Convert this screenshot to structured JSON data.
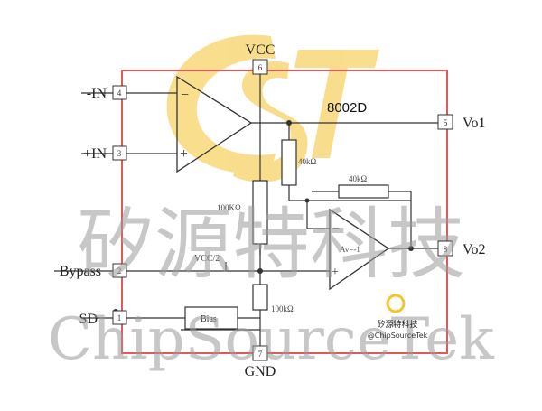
{
  "chip": {
    "part": "8002D"
  },
  "pins": {
    "vcc": {
      "label": "VCC",
      "number": "6"
    },
    "gnd": {
      "label": "GND",
      "number": "7"
    },
    "in_minus": {
      "label": "-IN",
      "number": "4"
    },
    "in_plus": {
      "label": "+IN",
      "number": "3"
    },
    "bypass": {
      "label": "Bypass",
      "number": "2"
    },
    "sd": {
      "label": "SD",
      "number": "1"
    },
    "vo1": {
      "label": "Vo1",
      "number": "5"
    },
    "vo2": {
      "label": "Vo2",
      "number": "8"
    }
  },
  "components": {
    "r_feedback_1": "40kΩ",
    "r_feedback_2": "40kΩ",
    "r_bias_top": "100KΩ",
    "r_bias_bottom": "100kΩ",
    "bias_block": "Bias",
    "amp2_label": "Av=-1",
    "vcc_half": "VCC/2",
    "amp1_minus": "−",
    "amp1_plus": "+",
    "amp2_minus": "−",
    "amp2_plus": "+"
  },
  "watermark": {
    "chinese": "矽源特科技",
    "latin": "ChipSourceTek",
    "logo_letters": "CST",
    "small_chinese": "矽源特科技",
    "small_latin": "@ChipSourceTek"
  },
  "colors": {
    "border": "#e05a5a",
    "line": "#333333",
    "logo": "#f4c430",
    "watermark": "#c8c8c8"
  }
}
